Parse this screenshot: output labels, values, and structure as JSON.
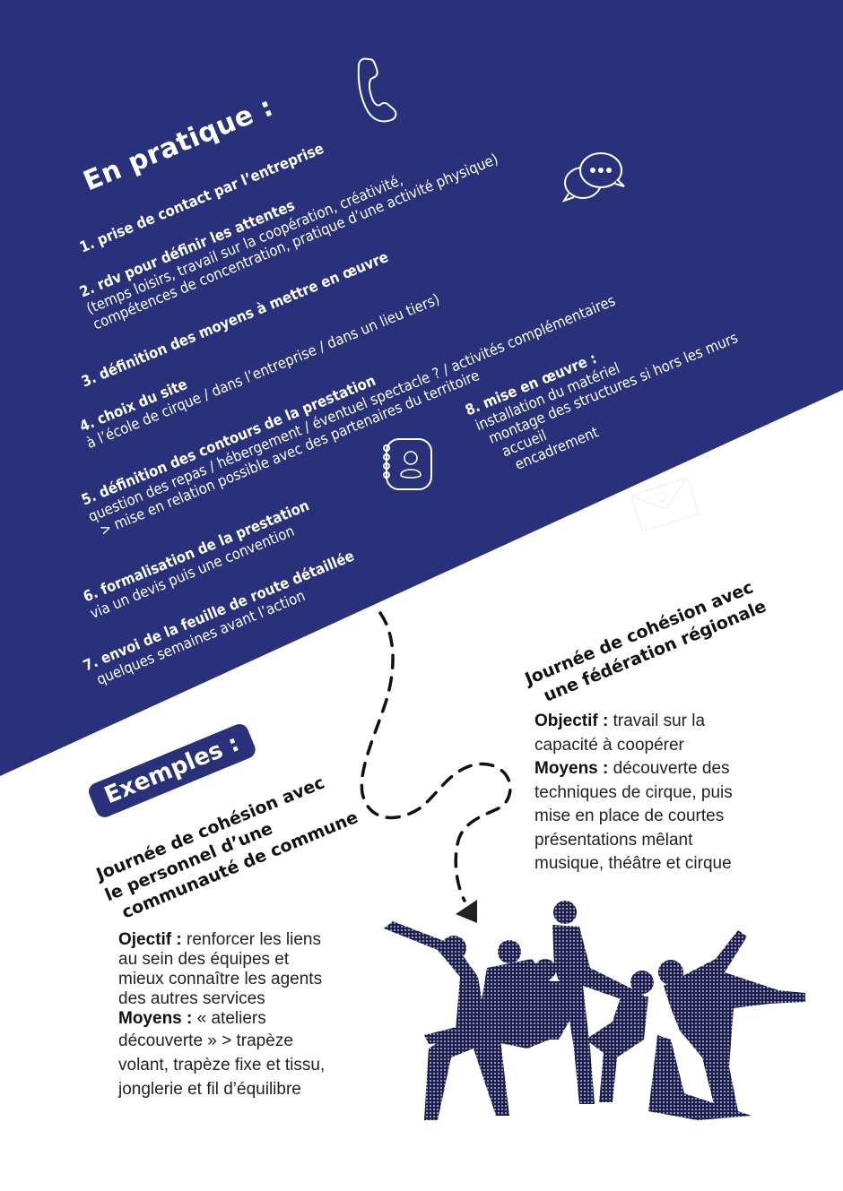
{
  "colors": {
    "navy": "#29317a",
    "white": "#ffffff",
    "text_dark": "#111111"
  },
  "practice": {
    "title": "En pratique :",
    "steps": [
      {
        "title": "1. prise de contact par l’entreprise",
        "lines": []
      },
      {
        "title": "2. rdv pour définir les attentes",
        "lines": [
          "(temps loisirs, travail sur la coopération, créativité,",
          "compétences de concentration, pratique d’une activité physique)"
        ]
      },
      {
        "title": "3. définition des moyens à mettre en œuvre",
        "lines": []
      },
      {
        "title": "4. choix du site",
        "lines": [
          "à l’école de cirque / dans l’entreprise / dans un lieu tiers)"
        ]
      },
      {
        "title": "5. définition des contours de la prestation",
        "lines": [
          "question des repas / hébergement / éventuel spectacle ? / activités complémentaires",
          "> mise en relation possible avec des partenaires du territoire"
        ]
      },
      {
        "title": "6. formalisation de la prestation",
        "lines": [
          "via un devis puis une convention"
        ]
      },
      {
        "title": "7. envoi de la feuille de route détaillée",
        "lines": [
          "quelques semaines avant l’action"
        ]
      },
      {
        "title": "8. mise en œuvre :",
        "lines": [
          "installation du matériel",
          "montage des structures si hors les murs",
          "accueil",
          "encadrement"
        ]
      }
    ],
    "icons": [
      "phone-icon",
      "chat-bubbles-icon",
      "address-book-icon",
      "envelope-icon"
    ]
  },
  "examples": {
    "badge": "Exemples :",
    "example1": {
      "title_lines": [
        "Journée de cohésion avec",
        "le personnel d’une",
        "communauté de commune"
      ],
      "objective_label": "Ojectif :",
      "objective_lines": [
        " renforcer les liens",
        "au sein des équipes et",
        "mieux connaître les agents",
        "des autres services"
      ],
      "means_label": "Moyens :",
      "means_lines": [
        " « ateliers",
        "découverte » > trapèze",
        "volant, trapèze fixe et tissu,",
        "jonglerie et fil d’équilibre"
      ]
    },
    "example2": {
      "title_lines": [
        "Journée de cohésion avec",
        "une fédération régionale"
      ],
      "objective_label": "Objectif :",
      "objective_lines": [
        " travail sur la",
        "capacité à coopérer"
      ],
      "means_label": "Moyens :",
      "means_lines": [
        " découverte des",
        "techniques de cirque, puis",
        "mise en place de courtes",
        "présentations mêlant",
        "musique, théâtre et cirque"
      ]
    }
  },
  "photo": {
    "alt": "group of acrobats posing (halftone navy photo)"
  }
}
